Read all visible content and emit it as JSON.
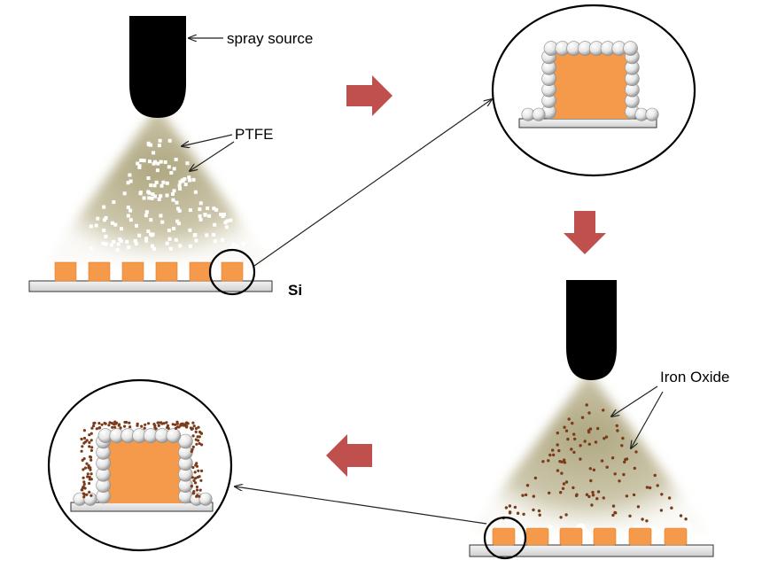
{
  "labels": {
    "spray_source": "spray source",
    "ptfe": "PTFE",
    "si": "Si",
    "iron_oxide": "Iron Oxide"
  },
  "colors": {
    "pillar": "#f59a4a",
    "pillar_edge": "#e07f2a",
    "nozzle": "#000000",
    "spray_cone": "#b9b38f",
    "substrate_fill": "#ececec",
    "substrate_edge": "#333333",
    "ptfe_bead": "#ffffff",
    "iron_oxide_particle": "#7a3b1a",
    "process_arrow": "#c0504d"
  },
  "icons": {
    "process_arrow": "block-arrow-icon",
    "leader_arrow": "line-arrow-icon"
  }
}
